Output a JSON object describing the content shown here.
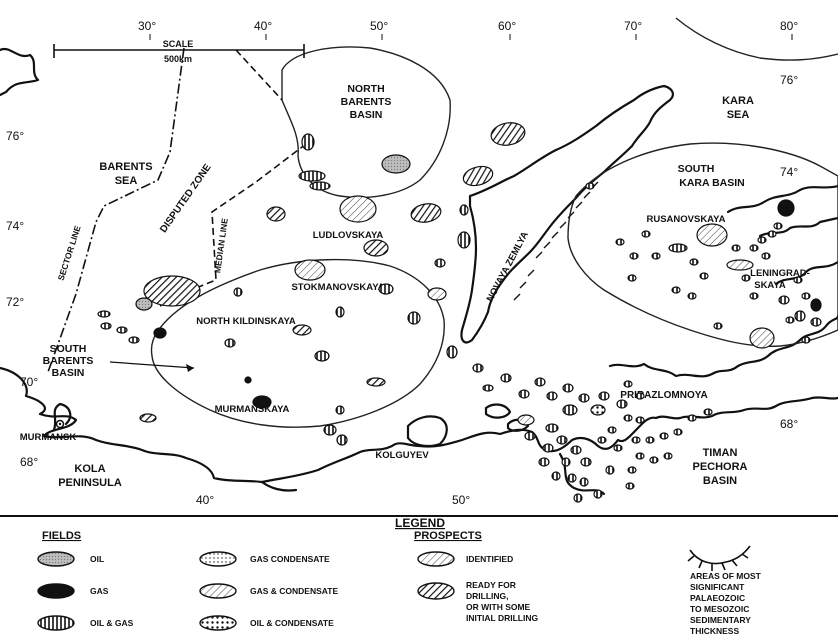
{
  "scale": {
    "title": "SCALE",
    "distance": "500km"
  },
  "longitudes": [
    "30°",
    "40°",
    "50°",
    "60°",
    "70°",
    "80°",
    "40°",
    "50°"
  ],
  "latitudes": [
    "76°",
    "74°",
    "72°",
    "70°",
    "68°",
    "76°",
    "74°",
    "68°"
  ],
  "regions": {
    "barents_sea": [
      "BARENTS",
      "SEA"
    ],
    "kara_sea": [
      "KARA",
      "SEA"
    ],
    "north_barents_basin": [
      "NORTH",
      "BARENTS",
      "BASIN"
    ],
    "south_kara_basin": [
      "SOUTH",
      "KARA BASIN"
    ],
    "south_barents_basin": [
      "SOUTH",
      "BARENTS",
      "BASIN"
    ],
    "kola_peninsula": [
      "KOLA",
      "PENINSULA"
    ],
    "timan_pechora_basin": [
      "TIMAN",
      "PECHORA",
      "BASIN"
    ],
    "disputed_zone": "DISPUTED ZONE",
    "sector_line": "SECTOR LINE",
    "median_line": "MEDIAN LINE",
    "novaya_zemlya": "NOVAYA ZEMLYA"
  },
  "places": {
    "ludlovskaya": "LUDLOVSKAYA",
    "stokmanovskaya": "STOKMANOVSKAYA",
    "north_kildinskaya": "NORTH KILDINSKAYA",
    "murmanskaya": "MURMANSKAYA",
    "murmansk": "MURMANSK",
    "kolguyev": "KOLGUYEV",
    "prirazlomnoya": "PRIRAZLOMNOYA",
    "rusanovskaya": "RUSANOVSKAYA",
    "leningradskaya": [
      "LENINGRAD-",
      "SKAYA"
    ]
  },
  "legend": {
    "title": "LEGEND",
    "fields_heading": "FIELDS",
    "prospects_heading": "PROSPECTS",
    "oil": "OIL",
    "gas": "GAS",
    "oil_gas": "OIL & GAS",
    "gas_condensate_1": "GAS CONDENSATE",
    "gas_condensate_2": "GAS & CONDENSATE",
    "oil_condensate": "OIL & CONDENSATE",
    "identified": "IDENTIFIED",
    "ready": [
      "READY FOR",
      "DRILLING,",
      "OR WITH SOME",
      "INITIAL DRILLING"
    ],
    "thickness": [
      "AREAS OF MOST",
      "SIGNIFICANT",
      "PALAEOZOIC",
      "TO MESOZOIC",
      "SEDIMENTARY",
      "THICKNESS"
    ]
  }
}
